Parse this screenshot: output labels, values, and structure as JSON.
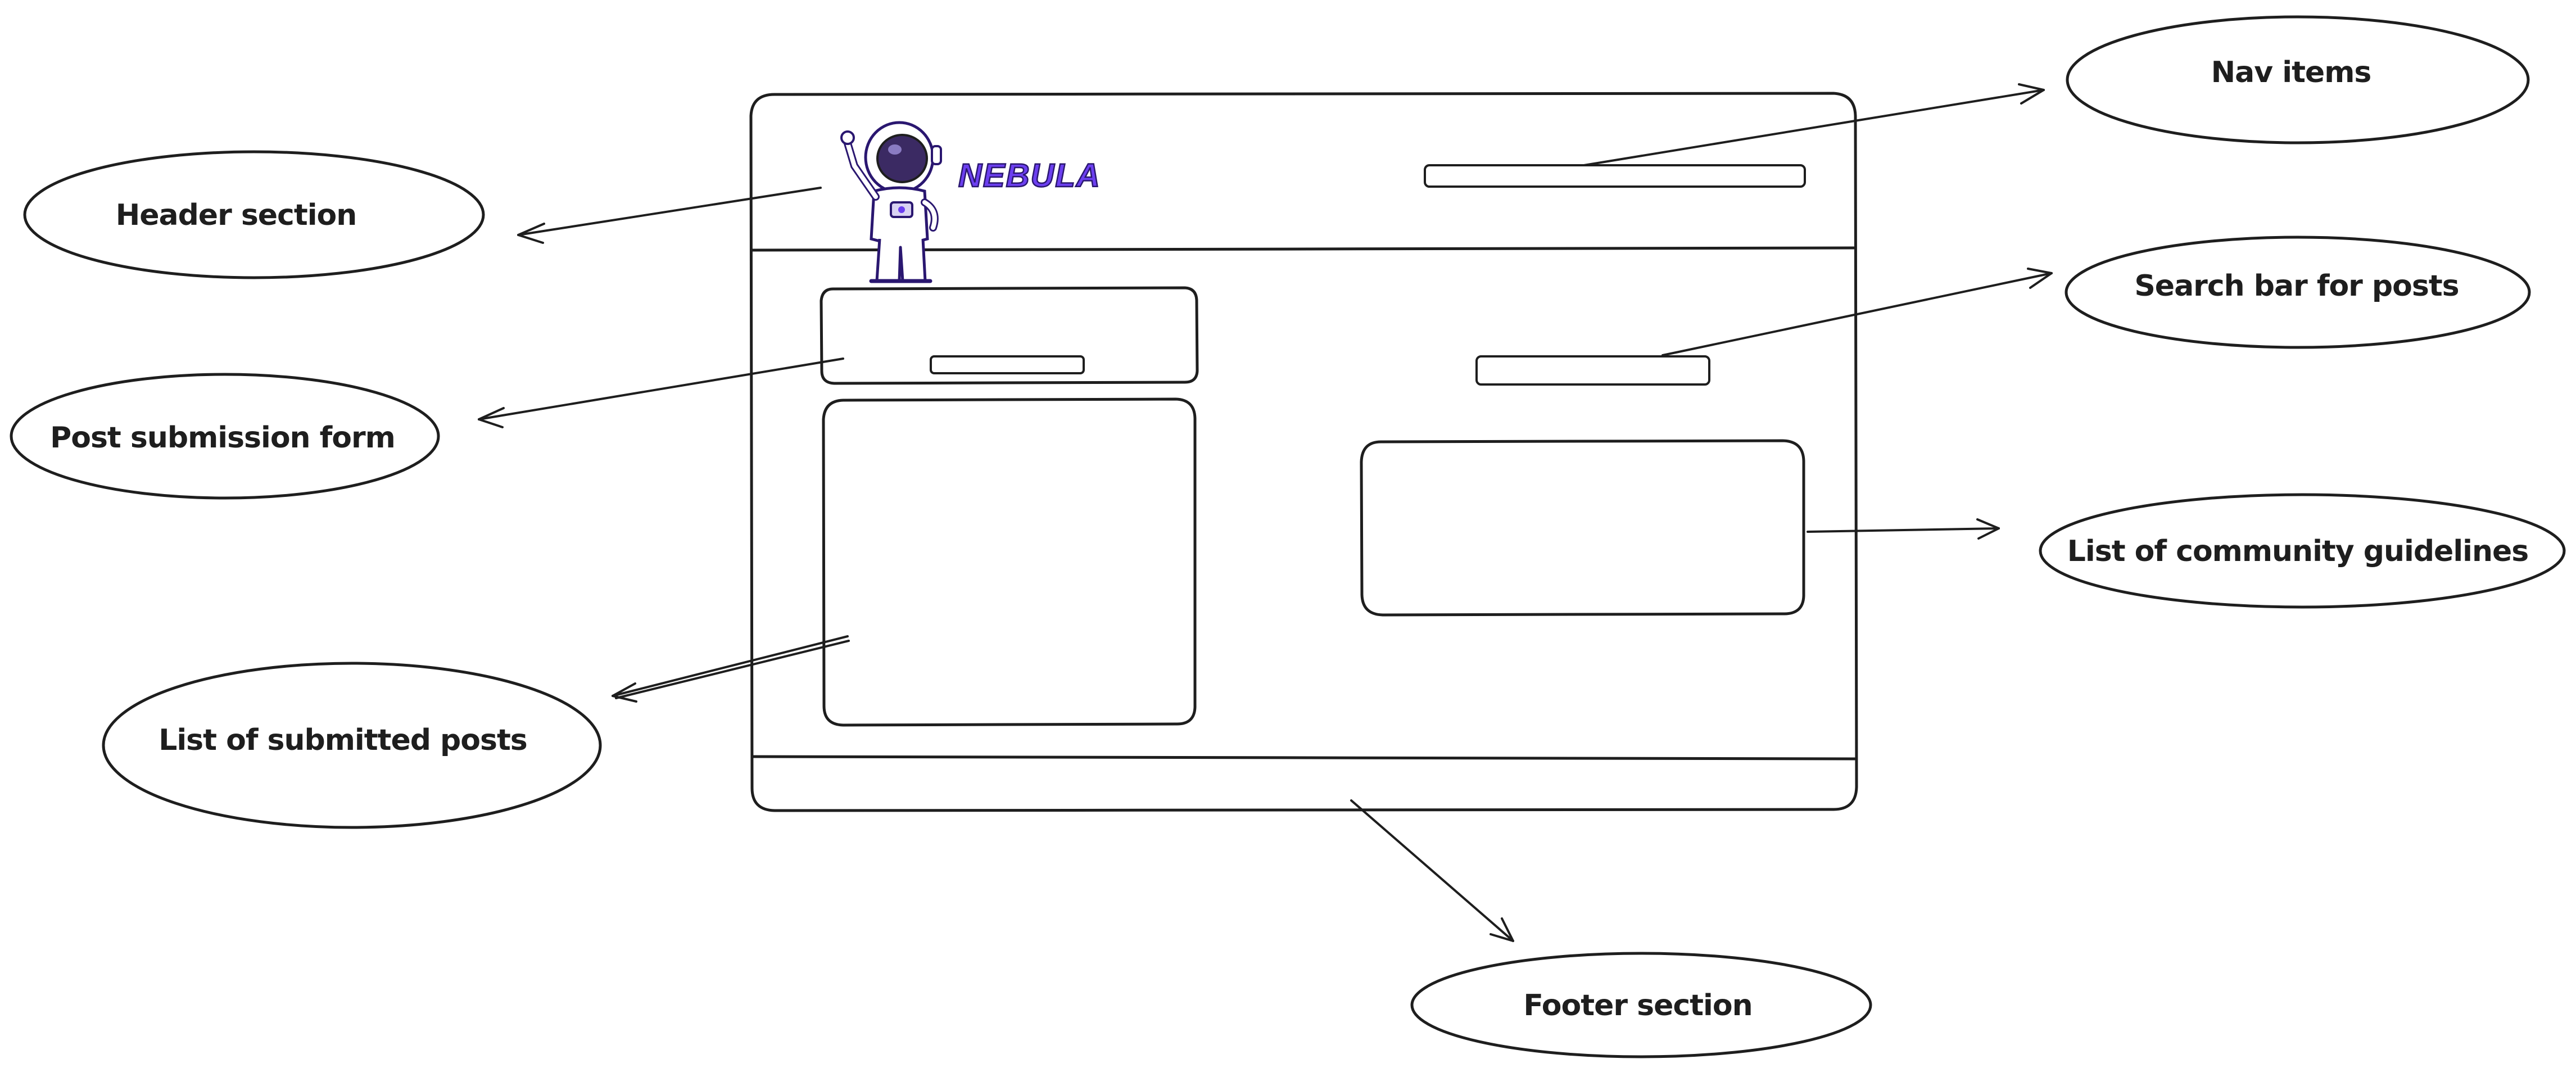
{
  "wireframe": {
    "logo_text": "NEBULA",
    "logo_color": "#6c3ff0",
    "logo_icon": "astronaut-icon"
  },
  "annotations": {
    "header": "Header section",
    "nav": "Nav items",
    "post_form": "Post submission form",
    "search": "Search bar for posts",
    "guidelines": "List of community guidelines",
    "posts": "List of submitted posts",
    "footer": "Footer section"
  }
}
